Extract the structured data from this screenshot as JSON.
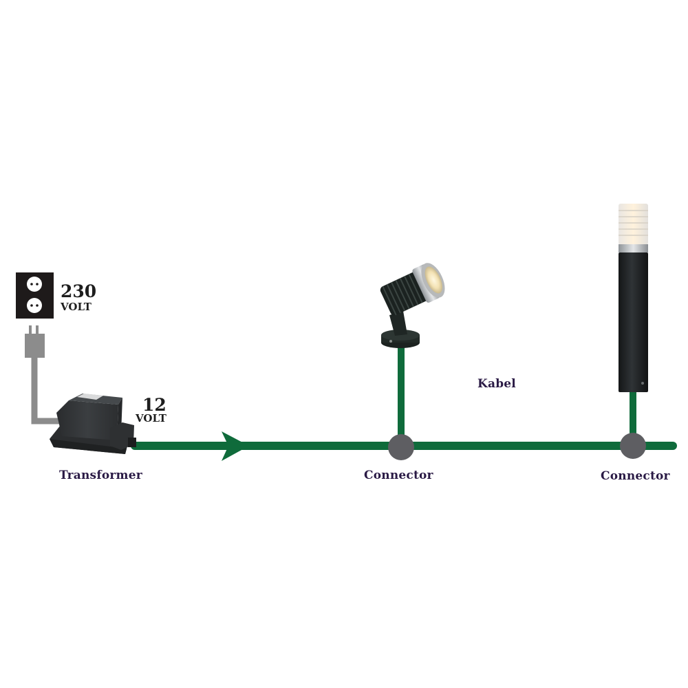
{
  "diagram": {
    "title": "",
    "colors": {
      "cable_green": "#0f6b3b",
      "connector_gray": "#5e5e62",
      "label_purple": "#2a1a45",
      "mains_cord_gray": "#8c8c8c",
      "device_black": "#2a2d2e"
    },
    "mains": {
      "icon": "wall-socket-icon",
      "voltage_value": "230",
      "voltage_unit": "VOLT"
    },
    "transformer": {
      "label": "Transformer",
      "icon": "transformer-icon",
      "output_voltage_value": "12",
      "output_voltage_unit": "VOLT"
    },
    "cable": {
      "label": "Kabel",
      "direction_icon": "arrow-right-icon"
    },
    "nodes": [
      {
        "label": "Connector",
        "device": "spotlight",
        "icon": "spotlight-icon"
      },
      {
        "label": "Connector",
        "device": "bollard-light",
        "icon": "bollard-light-icon"
      }
    ]
  }
}
